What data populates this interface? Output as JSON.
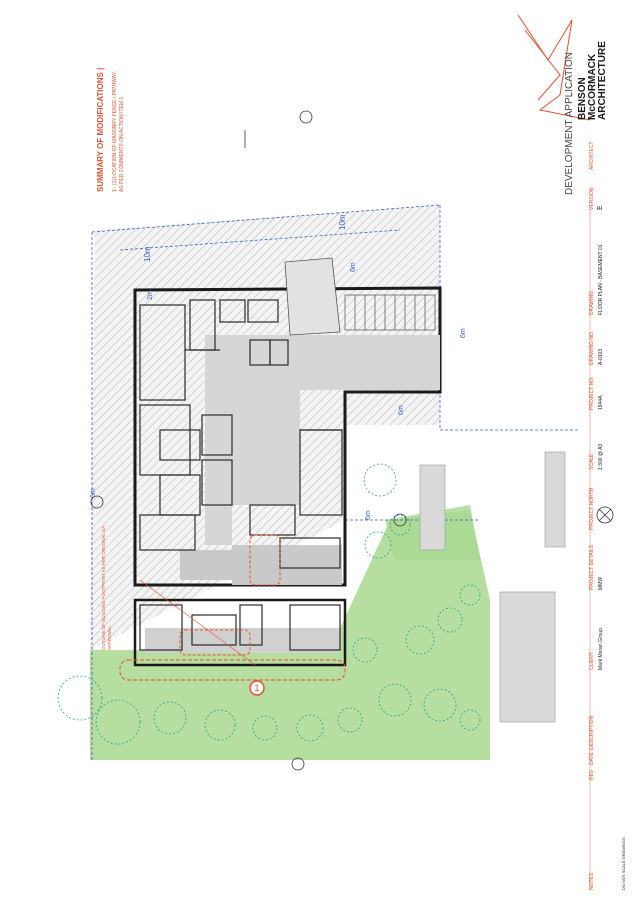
{
  "summary": {
    "title": "SUMMARY OF MODIFICATIONS |",
    "lines": [
      "1:- [1] LOCATION OF MASONRY FENCE / PATHWAY,",
      "AS PER COMMENTS ON ACTION ITEM 1"
    ]
  },
  "header": {
    "status": "DEVELOPMENT APPLICATION",
    "firm": [
      "BENSON",
      "McCORMACK",
      "ARCHITECTURE"
    ],
    "architect_label": "ARCHITECT"
  },
  "title_block": {
    "version_label": "VERSION",
    "version": "E",
    "drawing_label": "DRAWING",
    "drawing": "FLOOR PLAN - BASEMENT 01",
    "drawing_no_label": "DRAWING NO.",
    "drawing_no": "A-0103",
    "project_no_label": "PROJECT NO.",
    "project_no": "1944A",
    "scale_label": "SCALE",
    "scale": "1:300 @ A3",
    "north_label": "PROJECT NORTH",
    "details_label": "PROJECT DETAILS",
    "details": [
      "MMW",
      "..."
    ],
    "client_label": "CLIENT",
    "client": "Mark Moran Group"
  },
  "revision_table": {
    "rev": "REV",
    "date": "DATE",
    "description": "DESCRIPTION"
  },
  "notes": {
    "label": "NOTES",
    "footer": "DO NOT SCALE DRAWINGS"
  },
  "plan": {
    "dims": [
      "10m",
      "10m",
      "2m",
      "6m",
      "6m",
      "6m",
      "6m",
      "6m"
    ],
    "callout": "1",
    "outline_note": [
      "OUTLINE OF BUILDING FOOTPRINT AS PER ORIGINAL DA",
      "APPROVAL"
    ]
  },
  "colors": {
    "accent": "#e8502e",
    "wall": "#1a1a1a",
    "green": "#a5d68a",
    "hatch": "#9a9a9a",
    "dim": "#3a5fc8",
    "tree": "#2aa38a"
  }
}
